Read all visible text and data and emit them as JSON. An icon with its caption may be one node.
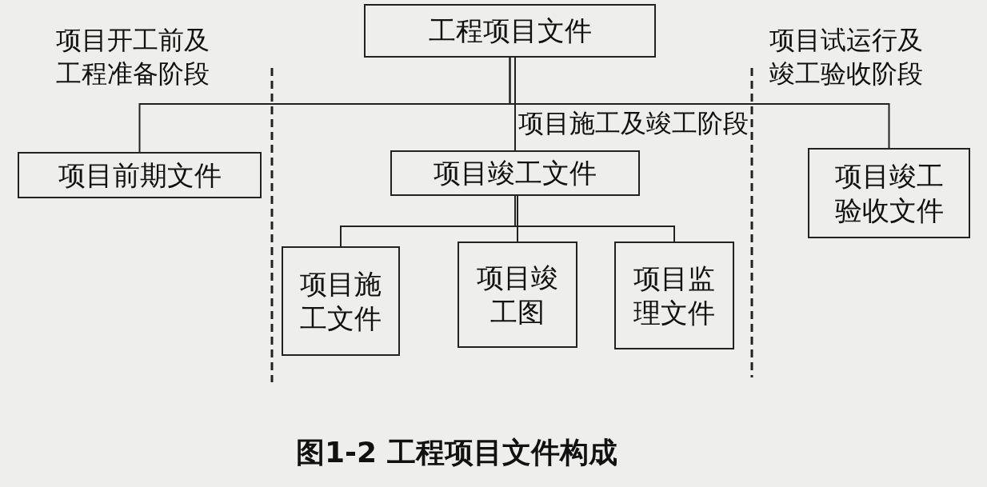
{
  "diagram": {
    "caption": "图1-2 工程项目文件构成",
    "nodes": [
      {
        "text": [
          "工程项目文件"
        ]
      },
      {
        "text": [
          "项目前期文件"
        ]
      },
      {
        "text": [
          "项目竣工文件"
        ]
      },
      {
        "text": [
          "项目竣工验收文件"
        ]
      },
      {
        "text": [
          "项目施工文件"
        ]
      },
      {
        "text": [
          "项目竣工图"
        ]
      },
      {
        "text": [
          "项目监理文件"
        ]
      }
    ],
    "edges": [
      {
        "from": 0,
        "to": 1,
        "arrow": "none"
      },
      {
        "from": 0,
        "to": 2,
        "arrow": "none"
      },
      {
        "from": 0,
        "to": 3,
        "arrow": "none"
      },
      {
        "from": 2,
        "to": 4,
        "arrow": "none"
      },
      {
        "from": 2,
        "to": 5,
        "arrow": "none"
      },
      {
        "from": 2,
        "to": 6,
        "arrow": "none"
      }
    ],
    "labels": [
      "项目开工前及工程准备阶段",
      "项目试运行及竣工验收阶段",
      "项目施工及竣工阶段"
    ]
  }
}
